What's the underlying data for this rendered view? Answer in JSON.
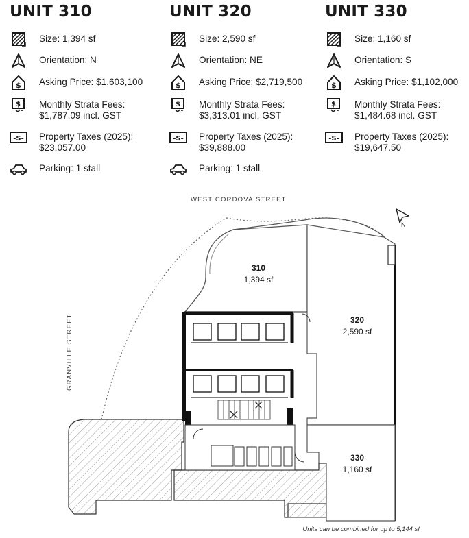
{
  "units": [
    {
      "title": "UNIT 310",
      "size": "Size: 1,394 sf",
      "orientation": "Orientation: N",
      "price": "Asking Price: $1,603,100",
      "strata_label": "Monthly Strata Fees:",
      "strata_value": "$1,787.09 incl. GST",
      "taxes_label": "Property Taxes (2025):",
      "taxes_value": "$23,057.00",
      "parking": "Parking: 1 stall"
    },
    {
      "title": "UNIT 320",
      "size": "Size: 2,590 sf",
      "orientation": "Orientation: NE",
      "price": "Asking Price: $2,719,500",
      "strata_label": "Monthly Strata Fees:",
      "strata_value": "$3,313.01 incl. GST",
      "taxes_label": "Property Taxes (2025):",
      "taxes_value": "$39,888.00",
      "parking": "Parking: 1 stall"
    },
    {
      "title": "UNIT 330",
      "size": "Size: 1,160 sf",
      "orientation": "Orientation: S",
      "price": "Asking Price: $1,102,000",
      "strata_label": "Monthly Strata Fees:",
      "strata_value": "$1,484.68 incl. GST",
      "taxes_label": "Property Taxes (2025):",
      "taxes_value": "$19,647.50",
      "parking": null
    }
  ],
  "plan": {
    "north_street": "WEST CORDOVA STREET",
    "west_street": "GRANVILLE STREET",
    "compass_label": "N",
    "units": [
      {
        "number": "310",
        "area": "1,394 sf"
      },
      {
        "number": "320",
        "area": "2,590 sf"
      },
      {
        "number": "330",
        "area": "1,160 sf"
      }
    ]
  },
  "footnote": "Units can be combined for up to 5,144 sf",
  "icons": {
    "size": "hatched-square-icon",
    "orientation": "north-arrow-icon",
    "price": "house-dollar-icon",
    "strata": "building-fee-icon",
    "taxes": "tax-bill-icon",
    "parking": "car-icon"
  },
  "colors": {
    "text": "#1a1a1a",
    "line": "#222222",
    "hatch": "#9a9a9a"
  }
}
